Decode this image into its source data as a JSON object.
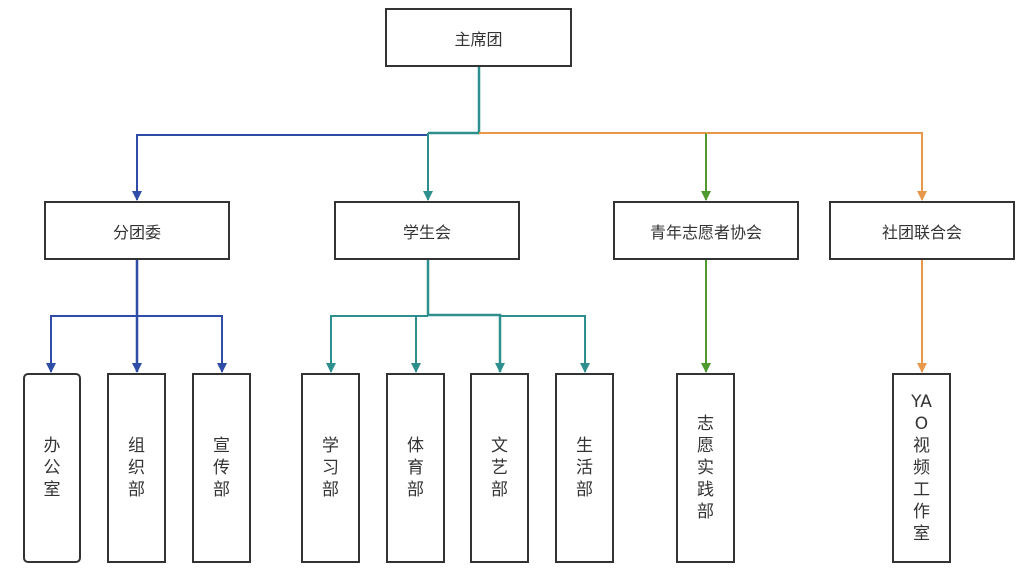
{
  "diagram": {
    "type": "org-chart",
    "root": {
      "id": "root",
      "label": "主席团"
    },
    "colors": {
      "committee": "#2f4da6",
      "union": "#2f8f8f",
      "volunteer": "#4e9a2f",
      "clubs": "#e8984a",
      "border": "#333333"
    },
    "branches": [
      {
        "id": "committee",
        "label": "分团委",
        "color_key": "committee",
        "children": [
          {
            "id": "office",
            "label": "办公室"
          },
          {
            "id": "organization",
            "label": "组织部"
          },
          {
            "id": "publicity",
            "label": "宣传部"
          }
        ]
      },
      {
        "id": "union",
        "label": "学生会",
        "color_key": "union",
        "children": [
          {
            "id": "study",
            "label": "学习部"
          },
          {
            "id": "sports",
            "label": "体育部"
          },
          {
            "id": "arts",
            "label": "文艺部"
          },
          {
            "id": "life",
            "label": "生活部"
          }
        ]
      },
      {
        "id": "volunteer",
        "label": "青年志愿者协会",
        "color_key": "volunteer",
        "children": [
          {
            "id": "practice",
            "label": "志愿实践部"
          }
        ]
      },
      {
        "id": "clubs",
        "label": "社团联合会",
        "color_key": "clubs",
        "children": [
          {
            "id": "video",
            "label": [
              "YA",
              "O",
              "视",
              "频",
              "工",
              "作",
              "室"
            ]
          }
        ]
      }
    ]
  }
}
